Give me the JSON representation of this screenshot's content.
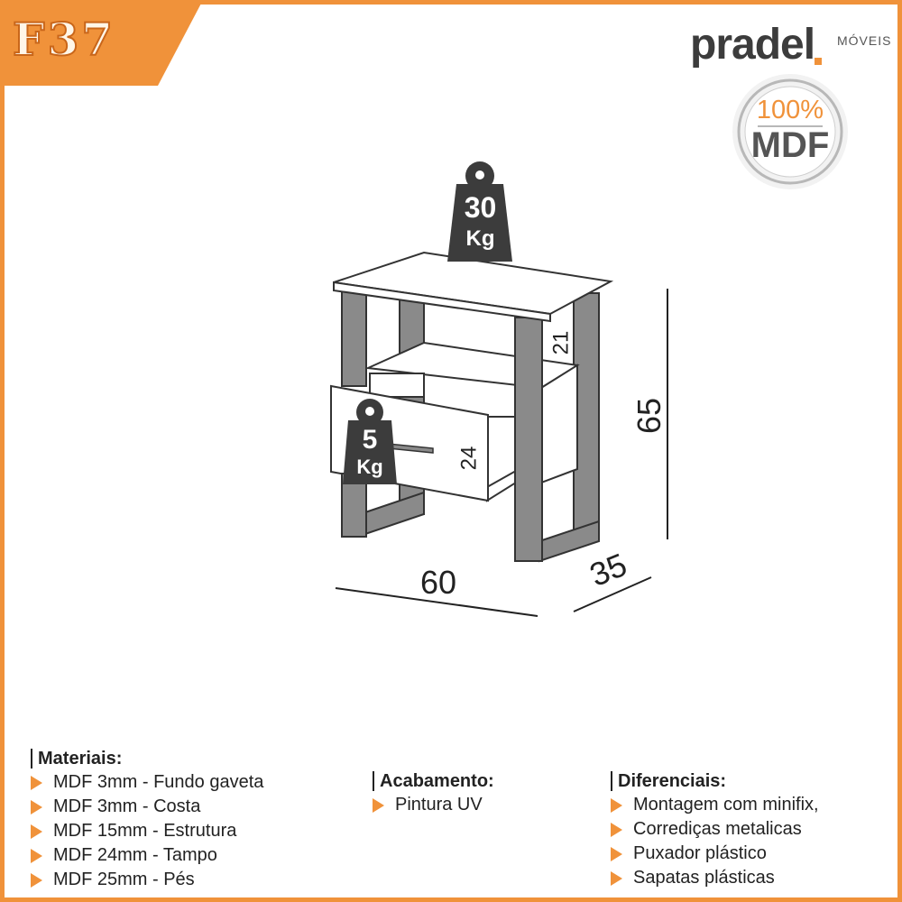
{
  "product": {
    "code": "F37"
  },
  "brand": {
    "name": "pradel",
    "subtitle": "MÓVEIS"
  },
  "seal": {
    "percent": "100%",
    "material": "MDF"
  },
  "loads": {
    "top": {
      "value": "30",
      "unit": "Kg"
    },
    "drawer": {
      "value": "5",
      "unit": "Kg"
    }
  },
  "dimensions": {
    "width": "60",
    "depth": "35",
    "height": "65",
    "niche": "21",
    "drawer": "24"
  },
  "sections": {
    "materials": {
      "title": "Materiais:",
      "items": [
        "MDF 3mm - Fundo gaveta",
        "MDF 3mm - Costa",
        "MDF 15mm - Estrutura",
        "MDF 24mm - Tampo",
        "MDF 25mm - Pés"
      ]
    },
    "finish": {
      "title": "Acabamento:",
      "items": [
        "Pintura UV"
      ]
    },
    "features": {
      "title": "Diferenciais:",
      "items": [
        "Montagem com minifix,",
        "Corrediças metalicas",
        "Puxador plástico",
        "Sapatas plásticas"
      ]
    }
  },
  "colors": {
    "accent": "#f0923a",
    "leg": "#8a8a8a",
    "dark": "#3c3c3c"
  }
}
